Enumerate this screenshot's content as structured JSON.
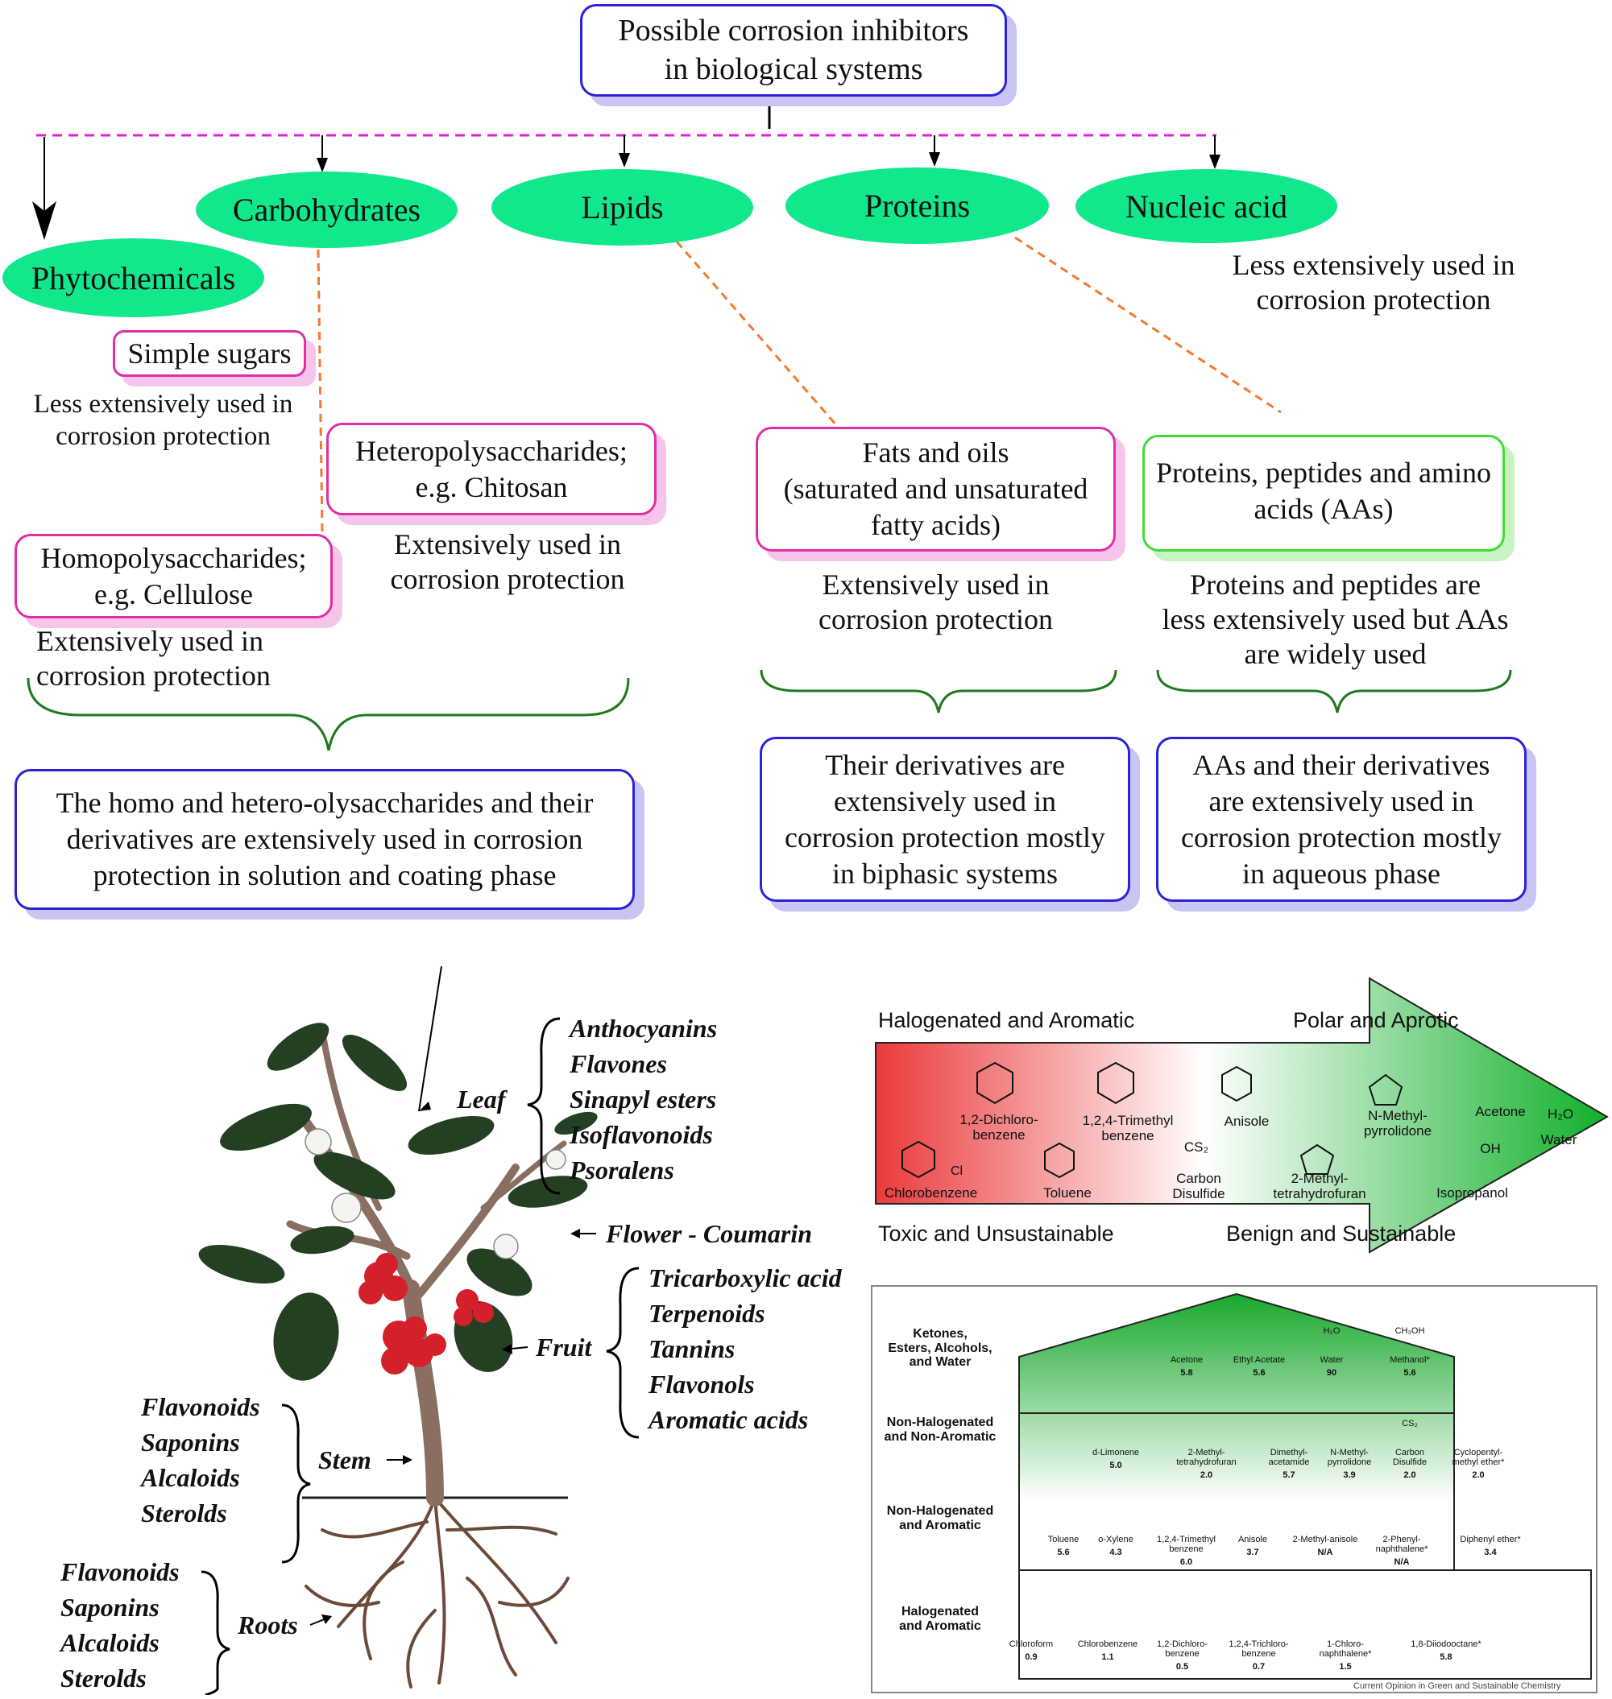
{
  "flowchart": {
    "root": [
      "Possible corrosion inhibitors",
      "in biological systems"
    ],
    "categories": {
      "phytochemicals": "Phytochemicals",
      "carbohydrates": "Carbohydrates",
      "lipids": "Lipids",
      "proteins": "Proteins",
      "nucleic_acid": "Nucleic acid"
    },
    "nucleic_note": [
      "Less extensively used  in",
      "corrosion protection"
    ],
    "simple_sugars": "Simple sugars",
    "simple_sugars_note": [
      "Less extensively used in",
      "corrosion protection"
    ],
    "hetero": [
      "Heteropolysaccharides;",
      "e.g. Chitosan"
    ],
    "hetero_note": [
      "Extensively used in",
      "corrosion protection"
    ],
    "homo": [
      "Homopolysaccharides;",
      "e.g. Cellulose"
    ],
    "homo_note": [
      "Extensively used in",
      "corrosion protection"
    ],
    "fats": [
      "Fats and oils",
      "(saturated and unsaturated",
      "fatty acids)"
    ],
    "fats_note": [
      "Extensively used in",
      "corrosion protection"
    ],
    "proteins_box": [
      "Proteins, peptides and amino",
      "acids (AAs)"
    ],
    "proteins_note": [
      "Proteins and peptides are",
      "less extensively used but AAs",
      "are widely used"
    ],
    "summary_carbs": [
      "The homo and hetero-olysaccharides and their",
      "derivatives are extensively used in corrosion",
      "protection in solution and coating phase"
    ],
    "summary_lipids": [
      "Their derivatives are",
      "extensively used in",
      "corrosion protection mostly",
      "in biphasic systems"
    ],
    "summary_proteins": [
      "AAs and their derivatives",
      "are extensively used in",
      "corrosion protection mostly",
      "in aqueous phase"
    ]
  },
  "plant": {
    "leaf": "Leaf",
    "leaf_items": [
      "Anthocyanins",
      "Flavones",
      "Sinapyl esters",
      "Isoflavonoids",
      "Psoralens"
    ],
    "flower": "Flower  - Coumarin",
    "fruit": "Fruit",
    "fruit_items": [
      "Tricarboxylic acid",
      "Terpenoids",
      "Tannins",
      "Flavonols",
      "Aromatic acids"
    ],
    "stem": "Stem",
    "stem_items": [
      "Flavonoids",
      "Saponins",
      "Alcaloids",
      "Sterolds"
    ],
    "roots": "Roots",
    "root_items": [
      "Flavonoids",
      "Saponins",
      "Alcaloids",
      "Sterolds"
    ]
  },
  "solvent_arrow": {
    "top_left": "Halogenated and Aromatic",
    "top_right": "Polar and Aprotic",
    "bottom_left": "Toxic and Unsustainable",
    "bottom_right": "Benign and Sustainable",
    "labels": {
      "dcb": [
        "1,2-Dichloro-",
        "benzene"
      ],
      "tmb": [
        "1,2,4-Trimethyl",
        "benzene"
      ],
      "anisole": "Anisole",
      "nmp": [
        "N-Methyl-",
        "pyrrolidone"
      ],
      "acetone": "Acetone",
      "water_f": "H₂O",
      "water": "Water",
      "cs2_f": "CS₂",
      "cs2": [
        "Carbon",
        "Disulfide"
      ],
      "mthf": [
        "2-Methyl-",
        "tetrahydrofuran"
      ],
      "oh": "OH",
      "isopropanol": "Isopropanol",
      "chlorobenzene": "Chlorobenzene",
      "toluene": "Toluene",
      "cl": "Cl"
    }
  },
  "solvent_table": {
    "rows": [
      {
        "title": [
          "Ketones,",
          "Esters, Alcohols,",
          "and Water"
        ],
        "items": [
          {
            "name": "Acetone",
            "value": "5.8"
          },
          {
            "name": "Ethyl Acetate",
            "value": "5.6"
          },
          {
            "name": "Water",
            "formula": "H₂O",
            "value": "90"
          },
          {
            "name": "Methanol*",
            "formula": "CH₃OH",
            "value": "5.6"
          }
        ]
      },
      {
        "title": [
          "Non-Halogenated",
          "and Non-Aromatic"
        ],
        "items": [
          {
            "name": "d-Limonene",
            "value": "5.0"
          },
          {
            "name": "2-Methyl-tetrahydrofuran",
            "value": "2.0"
          },
          {
            "name": "Dimethyl-acetamide",
            "value": "5.7"
          },
          {
            "name": "N-Methyl-pyrrolidone",
            "value": "3.9"
          },
          {
            "name": "Carbon Disulfide",
            "formula": "CS₂",
            "value": "2.0"
          },
          {
            "name": "Cyclopentyl-methyl ether*",
            "value": "2.0"
          }
        ]
      },
      {
        "title": [
          "Non-Halogenated",
          "and Aromatic"
        ],
        "items": [
          {
            "name": "Toluene",
            "value": "5.6"
          },
          {
            "name": "o-Xylene",
            "value": "4.3"
          },
          {
            "name": "1,2,4-Trimethyl benzene",
            "value": "6.0"
          },
          {
            "name": "Anisole",
            "value": "3.7"
          },
          {
            "name": "2-Methyl-anisole",
            "value": "N/A"
          },
          {
            "name": "2-Phenyl-naphthalene*",
            "value": "N/A"
          },
          {
            "name": "Diphenyl ether*",
            "value": "3.4"
          }
        ]
      },
      {
        "title": [
          "Halogenated",
          "and Aromatic"
        ],
        "items": [
          {
            "name": "Chloroform",
            "value": "0.9"
          },
          {
            "name": "Chlorobenzene",
            "value": "1.1"
          },
          {
            "name": "1,2-Dichloro-benzene",
            "value": "0.5"
          },
          {
            "name": "1,2,4-Trichloro-benzene",
            "value": "0.7"
          },
          {
            "name": "1-Chloro-naphthalene*",
            "value": "1.5"
          },
          {
            "name": "1,8-Diiodooctane*",
            "value": "5.8"
          }
        ]
      }
    ],
    "footer": "Current Opinion in Green and Sustainable Chemistry"
  },
  "colors": {
    "ellipse_fill": "#11e88b",
    "box_blue": "#2b22d8",
    "box_pink": "#e02ea3",
    "box_green": "#44d935",
    "dash_magenta": "#e020e0",
    "dash_orange": "#f07a30",
    "brace_green": "#1f7a1f"
  }
}
